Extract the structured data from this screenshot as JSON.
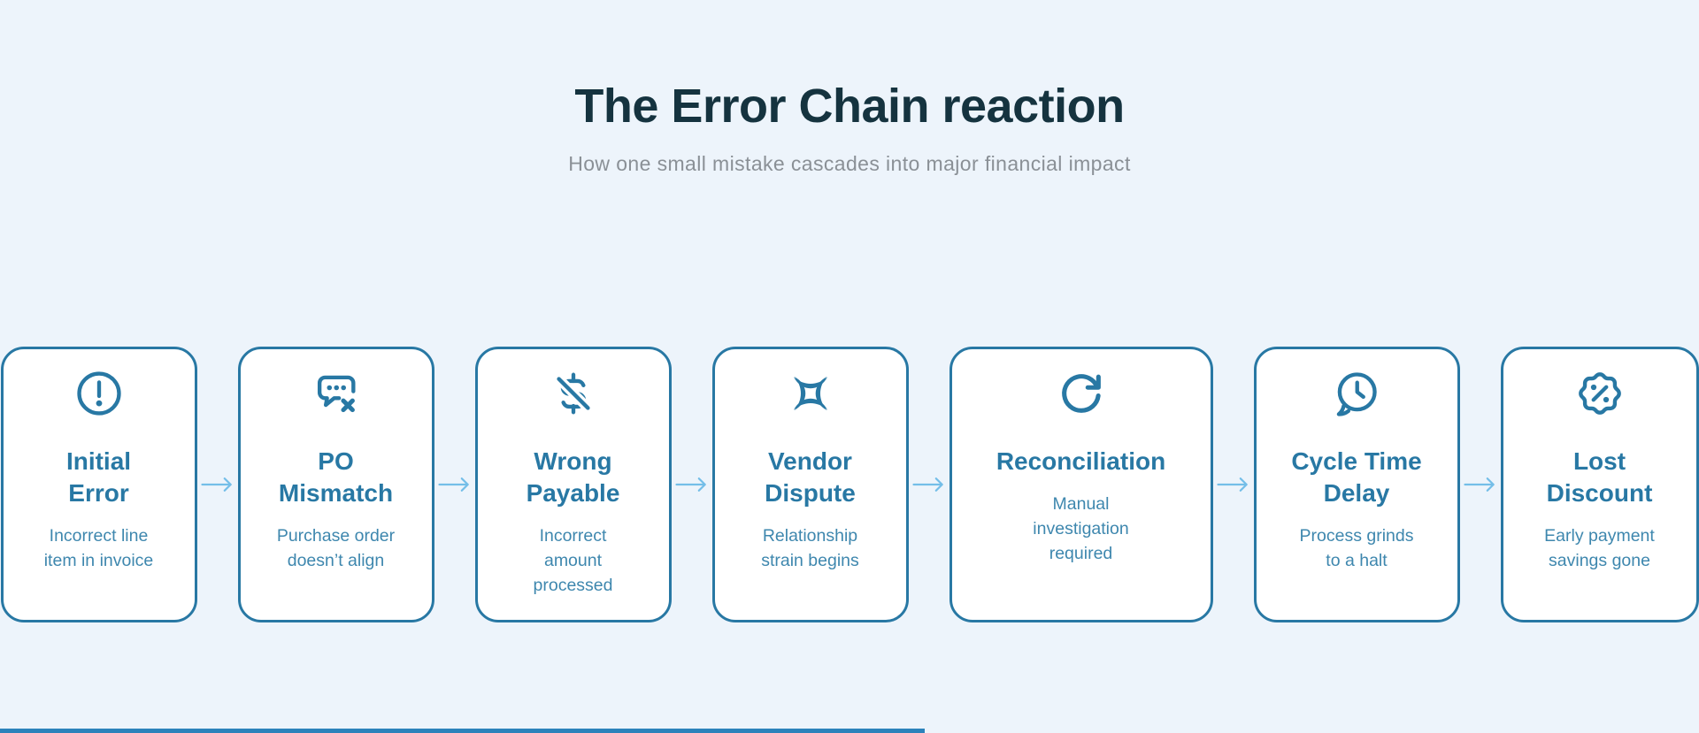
{
  "page": {
    "background_color": "#EDF4FB",
    "accent_color": "#2878A4",
    "arrow_color": "#74BEE8",
    "bottom_bar_color": "#2C82BB"
  },
  "header": {
    "title": "The Error Chain reaction",
    "subtitle": "How one small mistake cascades into major financial impact",
    "title_color": "#15333F",
    "subtitle_color": "#8A9096"
  },
  "flow": {
    "steps": [
      {
        "icon": "alert-circle-icon",
        "title": "Initial\nError",
        "description": "Incorrect line\nitem in invoice"
      },
      {
        "icon": "message-x-icon",
        "title": "PO\nMismatch",
        "description": "Purchase order\ndoesn’t align"
      },
      {
        "icon": "dollar-off-icon",
        "title": "Wrong\nPayable",
        "description": "Incorrect\namount\nprocessed"
      },
      {
        "icon": "collision-icon",
        "title": "Vendor\nDispute",
        "description": "Relationship\nstrain begins"
      },
      {
        "icon": "rotate-clockwise-icon",
        "title": "Reconciliation",
        "description": "Manual\ninvestigation\nrequired"
      },
      {
        "icon": "clock-delay-icon",
        "title": "Cycle Time\nDelay",
        "description": "Process grinds\nto a halt"
      },
      {
        "icon": "discount-badge-icon",
        "title": "Lost\nDiscount",
        "description": "Early payment\nsavings gone"
      }
    ]
  }
}
